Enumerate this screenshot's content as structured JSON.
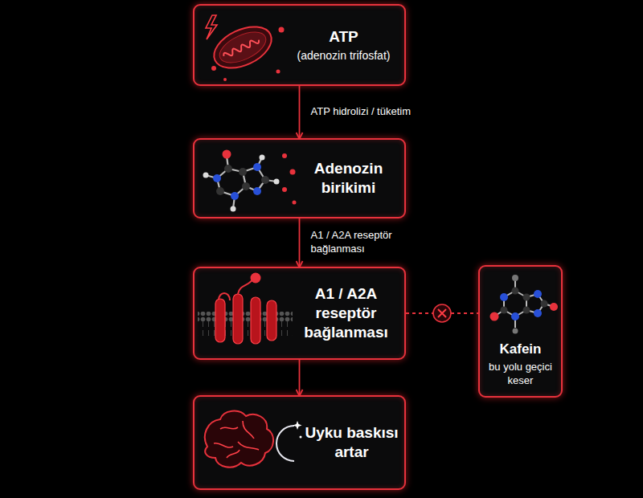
{
  "diagram": {
    "nodes": [
      {
        "text": [
          "ATP",
          "(adenozin trifosfat)"
        ]
      },
      {
        "text": [
          "Adenozin birikimi"
        ]
      },
      {
        "text": [
          "A1 / A2A reseptör bağlanması"
        ]
      },
      {
        "text": [
          "Uyku baskısı artar"
        ]
      },
      {
        "text": [
          "Kafein",
          "bu yolu geçici keser"
        ]
      }
    ],
    "edges": [
      {
        "from": 0,
        "to": 1,
        "label": "ATP hidrolizi / tüketim",
        "arrow": "to"
      },
      {
        "from": 1,
        "to": 2,
        "label": "A1 / A2A reseptör bağlanması",
        "arrow": "to"
      },
      {
        "from": 2,
        "to": 3,
        "arrow": "to"
      },
      {
        "from": 2,
        "to": 4,
        "arrow": "none"
      }
    ]
  }
}
